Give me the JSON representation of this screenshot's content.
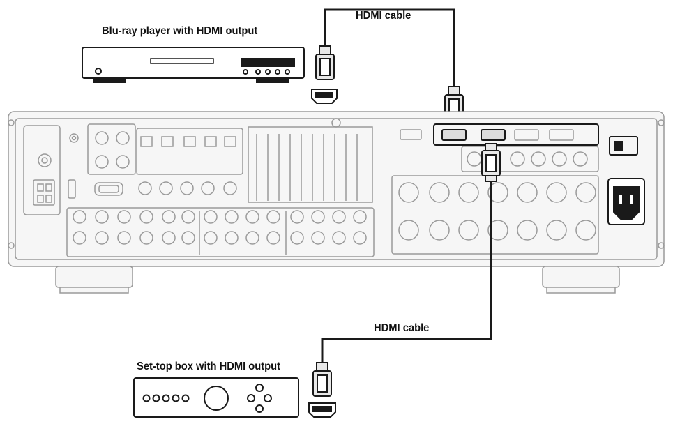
{
  "labels": {
    "bluray_player": "Blu-ray player with HDMI output",
    "cable_top": "HDMI cable",
    "cable_bottom": "HDMI cable",
    "set_top_box": "Set-top box with HDMI output"
  },
  "colors": {
    "line": "#1a1a1a",
    "panel_line": "#9a9a9a",
    "panel_fill": "#f6f6f6",
    "jack_fill": "#ffffff",
    "connector_fill": "#e8e8e8"
  },
  "icons": [
    "hdmi-plug-icon",
    "hdmi-port-icon",
    "rca-jack-icon",
    "power-socket-icon"
  ]
}
